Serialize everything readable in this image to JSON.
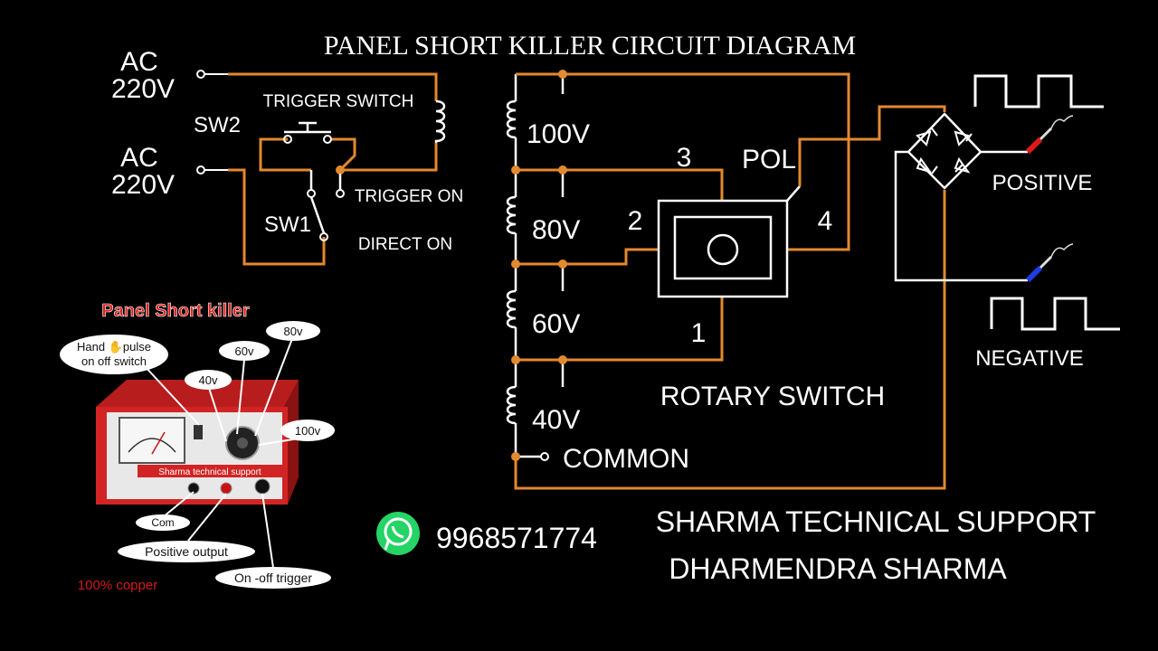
{
  "title": "PANEL SHORT KILLER CIRCUIT DIAGRAM",
  "input": {
    "ac1_line1": "AC",
    "ac1_line2": "220V",
    "ac2_line1": "AC",
    "ac2_line2": "220V",
    "sw2": "SW2",
    "sw1": "SW1",
    "trigger_switch": "TRIGGER SWITCH",
    "trigger_on": "TRIGGER ON",
    "direct_on": "DIRECT  ON"
  },
  "transformer": {
    "taps": [
      "100V",
      "80V",
      "60V",
      "40V"
    ],
    "common": "COMMON"
  },
  "rotary": {
    "label": "ROTARY  SWITCH",
    "pole": "POL",
    "pin1": "1",
    "pin2": "2",
    "pin3": "3",
    "pin4": "4"
  },
  "output": {
    "positive": "POSITIVE",
    "negative": "NEGATIVE"
  },
  "product": {
    "title": "Panel Short killer",
    "bubble_hand": "Hand ✋pulse on off switch",
    "bubble_hand_l1": "Hand ✋pulse",
    "bubble_hand_l2": "on off switch",
    "bubble_40": "40v",
    "bubble_60": "60v",
    "bubble_80": "80v",
    "bubble_100": "100v",
    "bubble_com": "Com",
    "bubble_positive": "Positive output",
    "bubble_trigger": "On -off trigger",
    "panel_text": "Sharma technical support",
    "copper": "100% copper"
  },
  "contact": {
    "phone": "9968571774"
  },
  "credits": {
    "line1": "SHARMA TECHNICAL SUPPORT",
    "line2": "DHARMENDRA SHARMA"
  },
  "colors": {
    "wire_orange": "#e3892e",
    "wire_white": "#ffffff",
    "background": "#000000",
    "title_red": "#e0201c",
    "whatsapp_green": "#25d366"
  }
}
